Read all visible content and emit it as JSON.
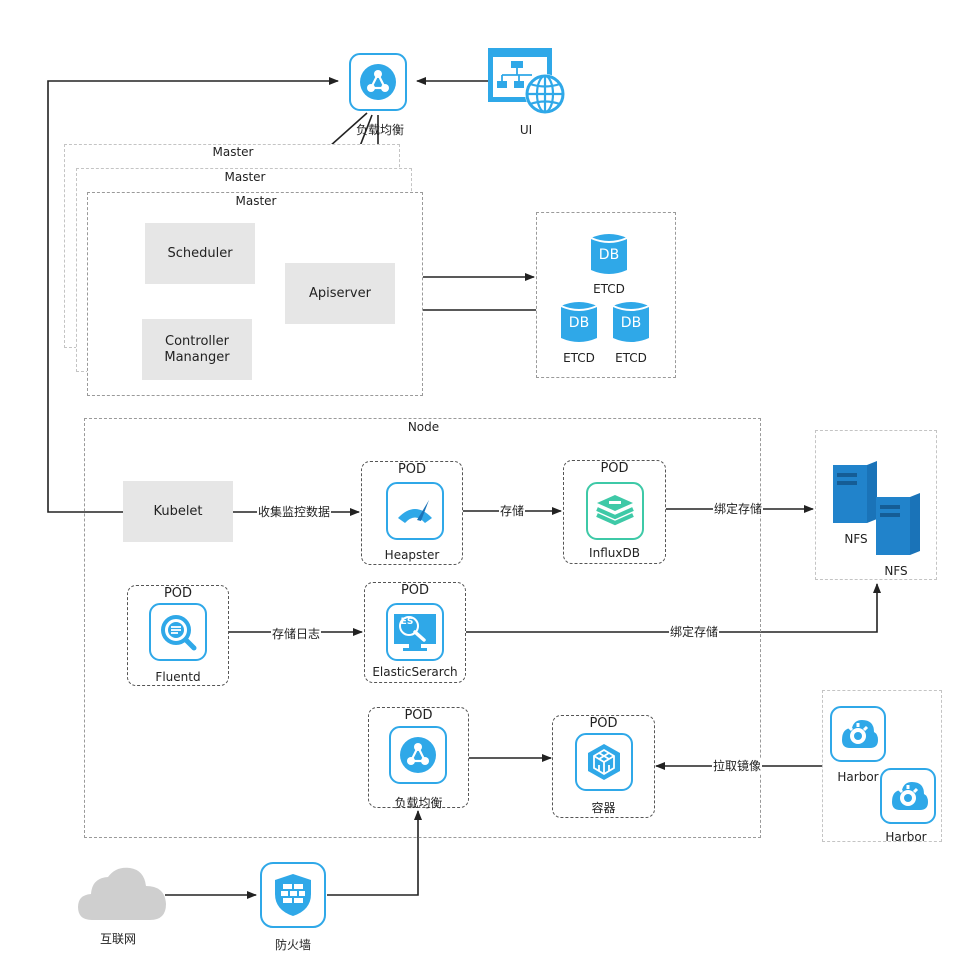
{
  "top_lb": {
    "label": "负载均衡"
  },
  "ui": {
    "label": "UI"
  },
  "masters": {
    "label_back": "Master",
    "label_mid": "Master",
    "label_front": "Master"
  },
  "scheduler": {
    "label": "Scheduler"
  },
  "controller": {
    "label": "Controller\nMananger"
  },
  "apiserver": {
    "label": "Apiserver"
  },
  "etcd": {
    "db_text": "DB",
    "node1": "ETCD",
    "node2": "ETCD",
    "node3": "ETCD"
  },
  "node": {
    "label": "Node"
  },
  "kubelet": {
    "label": "Kubelet"
  },
  "heapster": {
    "pod": "POD",
    "label": "Heapster"
  },
  "influxdb": {
    "pod": "POD",
    "label": "InfluxDB"
  },
  "fluentd": {
    "pod": "POD",
    "label": "Fluentd"
  },
  "elasticsearch": {
    "pod": "POD",
    "label": "ElasticSerarch",
    "badge": "ES"
  },
  "node_lb": {
    "pod": "POD",
    "label": "负载均衡"
  },
  "container": {
    "pod": "POD",
    "label": "容器"
  },
  "nfs": {
    "label1": "NFS",
    "label2": "NFS"
  },
  "harbor": {
    "label1": "Harbor",
    "label2": "Harbor"
  },
  "internet": {
    "label": "互联网"
  },
  "firewall": {
    "label": "防火墙"
  },
  "edges": {
    "collect": "收集监控数据",
    "store": "存储",
    "bind_storage_1": "绑定存储",
    "store_logs": "存储日志",
    "bind_storage_2": "绑定存储",
    "pull_image": "拉取镜像"
  },
  "colors": {
    "icon_blue": "#2fa8e8",
    "server_blue": "#1a73b8",
    "cloud_gray": "#cfcfcf",
    "box_gray": "#e6e6e6"
  }
}
